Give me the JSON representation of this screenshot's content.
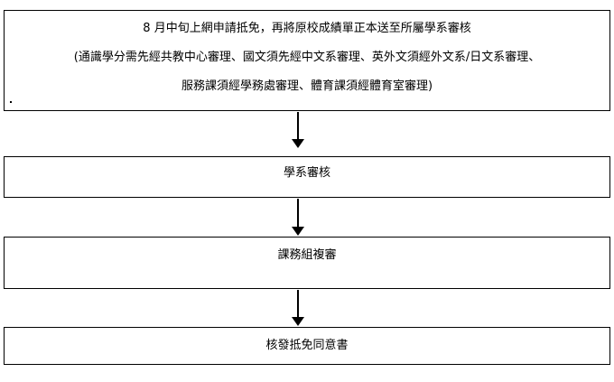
{
  "flowchart": {
    "steps": [
      {
        "lines": [
          "8 月中旬上網申請抵免，再將原校成績單正本送至所屬學系審核",
          "(通識學分需先經共教中心審理、國文須先經中文系審理、英外文須經外文系/日文系審理、",
          "服務課須經學務處審理、體育課須經體育室審理)"
        ]
      },
      {
        "lines": [
          "學系審核"
        ]
      },
      {
        "lines": [
          "課務組複審"
        ]
      },
      {
        "lines": [
          "核發抵免同意書"
        ]
      }
    ]
  }
}
